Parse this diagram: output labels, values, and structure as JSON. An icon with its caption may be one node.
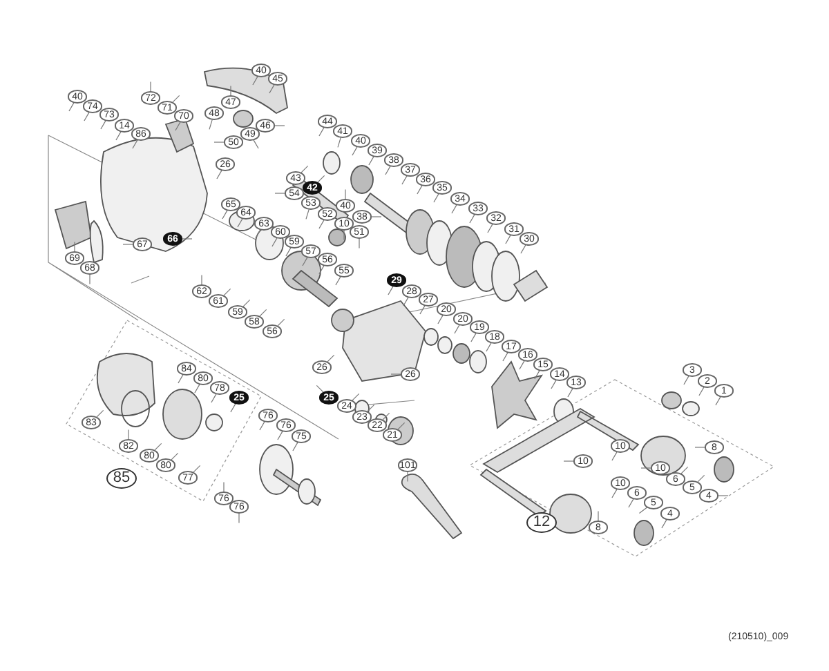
{
  "diagram": {
    "nodes": [
      {
        "text": [
          "40"
        ]
      },
      {
        "text": [
          "74"
        ]
      },
      {
        "text": [
          "73"
        ]
      },
      {
        "text": [
          "14"
        ]
      },
      {
        "text": [
          "86"
        ]
      },
      {
        "text": [
          "72"
        ]
      },
      {
        "text": [
          "71"
        ]
      },
      {
        "text": [
          "70"
        ]
      },
      {
        "text": [
          "40"
        ]
      },
      {
        "text": [
          "45"
        ]
      },
      {
        "text": [
          "47"
        ]
      },
      {
        "text": [
          "48"
        ]
      },
      {
        "text": [
          "46"
        ]
      },
      {
        "text": [
          "49"
        ]
      },
      {
        "text": [
          "50"
        ]
      },
      {
        "text": [
          "26"
        ]
      },
      {
        "text": [
          "44"
        ]
      },
      {
        "text": [
          "41"
        ]
      },
      {
        "text": [
          "40"
        ]
      },
      {
        "text": [
          "39"
        ]
      },
      {
        "text": [
          "38"
        ]
      },
      {
        "text": [
          "37"
        ]
      },
      {
        "text": [
          "36"
        ]
      },
      {
        "text": [
          "35"
        ]
      },
      {
        "text": [
          "34"
        ]
      },
      {
        "text": [
          "33"
        ]
      },
      {
        "text": [
          "32"
        ]
      },
      {
        "text": [
          "31"
        ]
      },
      {
        "text": [
          "30"
        ]
      },
      {
        "text": [
          "43"
        ]
      },
      {
        "text": [
          "42"
        ]
      },
      {
        "text": [
          "54"
        ]
      },
      {
        "text": [
          "53"
        ]
      },
      {
        "text": [
          "40"
        ]
      },
      {
        "text": [
          "52"
        ]
      },
      {
        "text": [
          "38"
        ]
      },
      {
        "text": [
          "10"
        ]
      },
      {
        "text": [
          "51"
        ]
      },
      {
        "text": [
          "65"
        ]
      },
      {
        "text": [
          "64"
        ]
      },
      {
        "text": [
          "63"
        ]
      },
      {
        "text": [
          "60"
        ]
      },
      {
        "text": [
          "59"
        ]
      },
      {
        "text": [
          "57"
        ]
      },
      {
        "text": [
          "56"
        ]
      },
      {
        "text": [
          "55"
        ]
      },
      {
        "text": [
          "66"
        ]
      },
      {
        "text": [
          "67"
        ]
      },
      {
        "text": [
          "69"
        ]
      },
      {
        "text": [
          "68"
        ]
      },
      {
        "text": [
          "62"
        ]
      },
      {
        "text": [
          "61"
        ]
      },
      {
        "text": [
          "59"
        ]
      },
      {
        "text": [
          "58"
        ]
      },
      {
        "text": [
          "56"
        ]
      },
      {
        "text": [
          "29"
        ]
      },
      {
        "text": [
          "28"
        ]
      },
      {
        "text": [
          "27"
        ]
      },
      {
        "text": [
          "20"
        ]
      },
      {
        "text": [
          "20"
        ]
      },
      {
        "text": [
          "19"
        ]
      },
      {
        "text": [
          "18"
        ]
      },
      {
        "text": [
          "17"
        ]
      },
      {
        "text": [
          "16"
        ]
      },
      {
        "text": [
          "15"
        ]
      },
      {
        "text": [
          "14"
        ]
      },
      {
        "text": [
          "13"
        ]
      },
      {
        "text": [
          "26"
        ]
      },
      {
        "text": [
          "26"
        ]
      },
      {
        "text": [
          "25"
        ]
      },
      {
        "text": [
          "24"
        ]
      },
      {
        "text": [
          "23"
        ]
      },
      {
        "text": [
          "22"
        ]
      },
      {
        "text": [
          "21"
        ]
      },
      {
        "text": [
          "84"
        ]
      },
      {
        "text": [
          "80"
        ]
      },
      {
        "text": [
          "78"
        ]
      },
      {
        "text": [
          "25"
        ]
      },
      {
        "text": [
          "83"
        ]
      },
      {
        "text": [
          "82"
        ]
      },
      {
        "text": [
          "80"
        ]
      },
      {
        "text": [
          "80"
        ]
      },
      {
        "text": [
          "85"
        ]
      },
      {
        "text": [
          "77"
        ]
      },
      {
        "text": [
          "76"
        ]
      },
      {
        "text": [
          "76"
        ]
      },
      {
        "text": [
          "75"
        ]
      },
      {
        "text": [
          "76"
        ]
      },
      {
        "text": [
          "76"
        ]
      },
      {
        "text": [
          "101"
        ]
      },
      {
        "text": [
          "3"
        ]
      },
      {
        "text": [
          "2"
        ]
      },
      {
        "text": [
          "1"
        ]
      },
      {
        "text": [
          "10"
        ]
      },
      {
        "text": [
          "10"
        ]
      },
      {
        "text": [
          "8"
        ]
      },
      {
        "text": [
          "10"
        ]
      },
      {
        "text": [
          "6"
        ]
      },
      {
        "text": [
          "5"
        ]
      },
      {
        "text": [
          "4"
        ]
      },
      {
        "text": [
          "10"
        ]
      },
      {
        "text": [
          "6"
        ]
      },
      {
        "text": [
          "5"
        ]
      },
      {
        "text": [
          "4"
        ]
      },
      {
        "text": [
          "8"
        ]
      },
      {
        "text": [
          "12"
        ]
      }
    ],
    "edges": [
      {
        "from": 0,
        "to": null,
        "arrow": "none"
      },
      {
        "from": 1,
        "to": null,
        "arrow": "none"
      },
      {
        "from": 2,
        "to": null,
        "arrow": "none"
      },
      {
        "from": 3,
        "to": null,
        "arrow": "none"
      },
      {
        "from": 4,
        "to": null,
        "arrow": "none"
      },
      {
        "from": 5,
        "to": null,
        "arrow": "none"
      },
      {
        "from": 6,
        "to": null,
        "arrow": "none"
      },
      {
        "from": 7,
        "to": null,
        "arrow": "none"
      },
      {
        "from": 8,
        "to": null,
        "arrow": "none"
      },
      {
        "from": 9,
        "to": null,
        "arrow": "none"
      },
      {
        "from": 10,
        "to": null,
        "arrow": "none"
      },
      {
        "from": 11,
        "to": null,
        "arrow": "none"
      },
      {
        "from": 12,
        "to": null,
        "arrow": "none"
      },
      {
        "from": 13,
        "to": null,
        "arrow": "none"
      },
      {
        "from": 14,
        "to": null,
        "arrow": "none"
      },
      {
        "from": 15,
        "to": null,
        "arrow": "none"
      },
      {
        "from": 16,
        "to": null,
        "arrow": "none"
      },
      {
        "from": 17,
        "to": null,
        "arrow": "none"
      },
      {
        "from": 18,
        "to": null,
        "arrow": "none"
      },
      {
        "from": 19,
        "to": null,
        "arrow": "none"
      },
      {
        "from": 20,
        "to": null,
        "arrow": "none"
      },
      {
        "from": 21,
        "to": null,
        "arrow": "none"
      },
      {
        "from": 22,
        "to": null,
        "arrow": "none"
      },
      {
        "from": 23,
        "to": null,
        "arrow": "none"
      },
      {
        "from": 24,
        "to": null,
        "arrow": "none"
      },
      {
        "from": 25,
        "to": null,
        "arrow": "none"
      },
      {
        "from": 26,
        "to": null,
        "arrow": "none"
      },
      {
        "from": 27,
        "to": null,
        "arrow": "none"
      },
      {
        "from": 28,
        "to": null,
        "arrow": "none"
      },
      {
        "from": 29,
        "to": null,
        "arrow": "none"
      },
      {
        "from": 30,
        "to": null,
        "arrow": "none"
      },
      {
        "from": 31,
        "to": null,
        "arrow": "none"
      },
      {
        "from": 32,
        "to": null,
        "arrow": "none"
      },
      {
        "from": 33,
        "to": null,
        "arrow": "none"
      },
      {
        "from": 34,
        "to": null,
        "arrow": "none"
      },
      {
        "from": 35,
        "to": null,
        "arrow": "none"
      },
      {
        "from": 36,
        "to": null,
        "arrow": "none"
      },
      {
        "from": 37,
        "to": null,
        "arrow": "none"
      },
      {
        "from": 38,
        "to": null,
        "arrow": "none"
      },
      {
        "from": 39,
        "to": null,
        "arrow": "none"
      },
      {
        "from": 40,
        "to": null,
        "arrow": "none"
      },
      {
        "from": 41,
        "to": null,
        "arrow": "none"
      },
      {
        "from": 42,
        "to": null,
        "arrow": "none"
      },
      {
        "from": 43,
        "to": null,
        "arrow": "none"
      },
      {
        "from": 44,
        "to": null,
        "arrow": "none"
      },
      {
        "from": 45,
        "to": null,
        "arrow": "none"
      },
      {
        "from": 46,
        "to": null,
        "arrow": "none"
      },
      {
        "from": 47,
        "to": null,
        "arrow": "none"
      },
      {
        "from": 48,
        "to": null,
        "arrow": "none"
      },
      {
        "from": 49,
        "to": null,
        "arrow": "none"
      },
      {
        "from": 50,
        "to": null,
        "arrow": "none"
      },
      {
        "from": 51,
        "to": null,
        "arrow": "none"
      },
      {
        "from": 52,
        "to": null,
        "arrow": "none"
      },
      {
        "from": 53,
        "to": null,
        "arrow": "none"
      },
      {
        "from": 54,
        "to": null,
        "arrow": "none"
      },
      {
        "from": 55,
        "to": null,
        "arrow": "none"
      },
      {
        "from": 56,
        "to": null,
        "arrow": "none"
      },
      {
        "from": 57,
        "to": null,
        "arrow": "none"
      },
      {
        "from": 58,
        "to": null,
        "arrow": "none"
      },
      {
        "from": 59,
        "to": null,
        "arrow": "none"
      },
      {
        "from": 60,
        "to": null,
        "arrow": "none"
      },
      {
        "from": 61,
        "to": null,
        "arrow": "none"
      },
      {
        "from": 62,
        "to": null,
        "arrow": "none"
      },
      {
        "from": 63,
        "to": null,
        "arrow": "none"
      },
      {
        "from": 64,
        "to": null,
        "arrow": "none"
      },
      {
        "from": 65,
        "to": null,
        "arrow": "none"
      },
      {
        "from": 66,
        "to": null,
        "arrow": "none"
      },
      {
        "from": 67,
        "to": null,
        "arrow": "none"
      },
      {
        "from": 68,
        "to": null,
        "arrow": "none"
      },
      {
        "from": 69,
        "to": null,
        "arrow": "none"
      },
      {
        "from": 70,
        "to": null,
        "arrow": "none"
      },
      {
        "from": 71,
        "to": null,
        "arrow": "none"
      },
      {
        "from": 72,
        "to": null,
        "arrow": "none"
      },
      {
        "from": 73,
        "to": null,
        "arrow": "none"
      },
      {
        "from": 74,
        "to": null,
        "arrow": "none"
      },
      {
        "from": 75,
        "to": null,
        "arrow": "none"
      },
      {
        "from": 76,
        "to": null,
        "arrow": "none"
      },
      {
        "from": 77,
        "to": null,
        "arrow": "none"
      },
      {
        "from": 78,
        "to": null,
        "arrow": "none"
      },
      {
        "from": 79,
        "to": null,
        "arrow": "none"
      },
      {
        "from": 80,
        "to": null,
        "arrow": "none"
      },
      {
        "from": 81,
        "to": null,
        "arrow": "none"
      },
      {
        "from": 83,
        "to": null,
        "arrow": "none"
      },
      {
        "from": 84,
        "to": null,
        "arrow": "none"
      },
      {
        "from": 85,
        "to": null,
        "arrow": "none"
      },
      {
        "from": 86,
        "to": null,
        "arrow": "none"
      },
      {
        "from": 87,
        "to": null,
        "arrow": "none"
      },
      {
        "from": 88,
        "to": null,
        "arrow": "none"
      },
      {
        "from": 89,
        "to": null,
        "arrow": "none"
      },
      {
        "from": 90,
        "to": null,
        "arrow": "none"
      },
      {
        "from": 91,
        "to": null,
        "arrow": "none"
      },
      {
        "from": 92,
        "to": null,
        "arrow": "none"
      },
      {
        "from": 93,
        "to": null,
        "arrow": "none"
      },
      {
        "from": 94,
        "to": null,
        "arrow": "none"
      },
      {
        "from": 95,
        "to": null,
        "arrow": "none"
      },
      {
        "from": 96,
        "to": null,
        "arrow": "none"
      },
      {
        "from": 97,
        "to": null,
        "arrow": "none"
      },
      {
        "from": 98,
        "to": null,
        "arrow": "none"
      },
      {
        "from": 99,
        "to": null,
        "arrow": "none"
      },
      {
        "from": 100,
        "to": null,
        "arrow": "none"
      },
      {
        "from": 101,
        "to": null,
        "arrow": "none"
      },
      {
        "from": 102,
        "to": null,
        "arrow": "none"
      },
      {
        "from": 103,
        "to": null,
        "arrow": "none"
      },
      {
        "from": 104,
        "to": null,
        "arrow": "none"
      }
    ],
    "labels": [
      "(210510)_009"
    ]
  }
}
